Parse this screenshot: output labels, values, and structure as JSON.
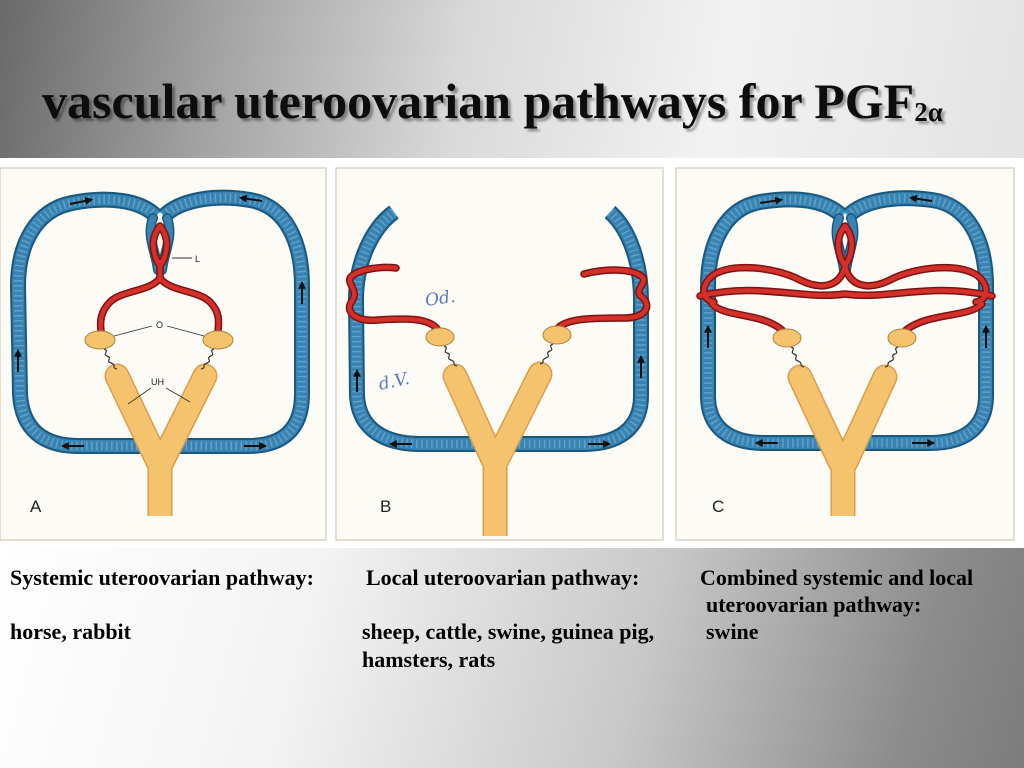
{
  "slide": {
    "title": "vascular uteroovarian pathways for PGF",
    "title_subscript": "2α"
  },
  "figure": {
    "panel_a": {
      "letter": "A",
      "label_l": "L",
      "label_o": "O",
      "label_uh": "UH"
    },
    "panel_b": {
      "letter": "B",
      "handwritten_1": "Od.",
      "handwritten_2": "d.V."
    },
    "panel_c": {
      "letter": "C"
    }
  },
  "captions": {
    "systemic": {
      "heading": "Systemic uteroovarian pathway:",
      "species": "horse, rabbit"
    },
    "local": {
      "heading": "Local uteroovarian pathway:",
      "species_line1": "sheep, cattle, swine, guinea pig,",
      "species_line2": "hamsters, rats"
    },
    "combined": {
      "heading_line1": "Combined systemic and local",
      "heading_line2": "uteroovarian pathway:",
      "species": "swine"
    }
  },
  "colors": {
    "vein": "#3883b2",
    "vein_outline": "#1b587e",
    "artery": "#d4302a",
    "artery_outline": "#7c1212",
    "uterus": "#f5c36d",
    "uterus_outline": "#d79e4e",
    "handwriting": "#5a78c0"
  }
}
